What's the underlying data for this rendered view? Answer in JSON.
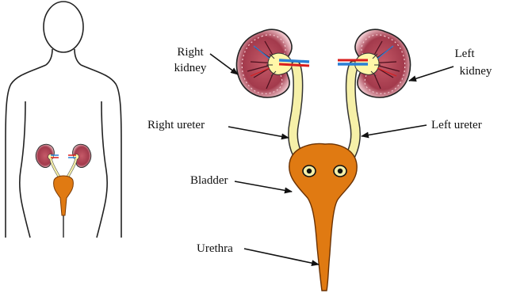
{
  "labels": {
    "right_kidney_line1": "Right",
    "right_kidney_line2": "kidney",
    "left_kidney_line1": "Left",
    "left_kidney_line2": "kidney",
    "right_ureter": "Right ureter",
    "left_ureter": "Left ureter",
    "bladder": "Bladder",
    "urethra": "Urethra"
  },
  "colors": {
    "kidney_tissue": "#a33a4c",
    "kidney_cortex": "#f1c9cf",
    "renal_pelvis": "#fff7a8",
    "ureter": "#f6f0a8",
    "bladder": "#e07a12",
    "artery": "#d81e1e",
    "vein": "#2a7fd4",
    "outline": "#111111"
  }
}
